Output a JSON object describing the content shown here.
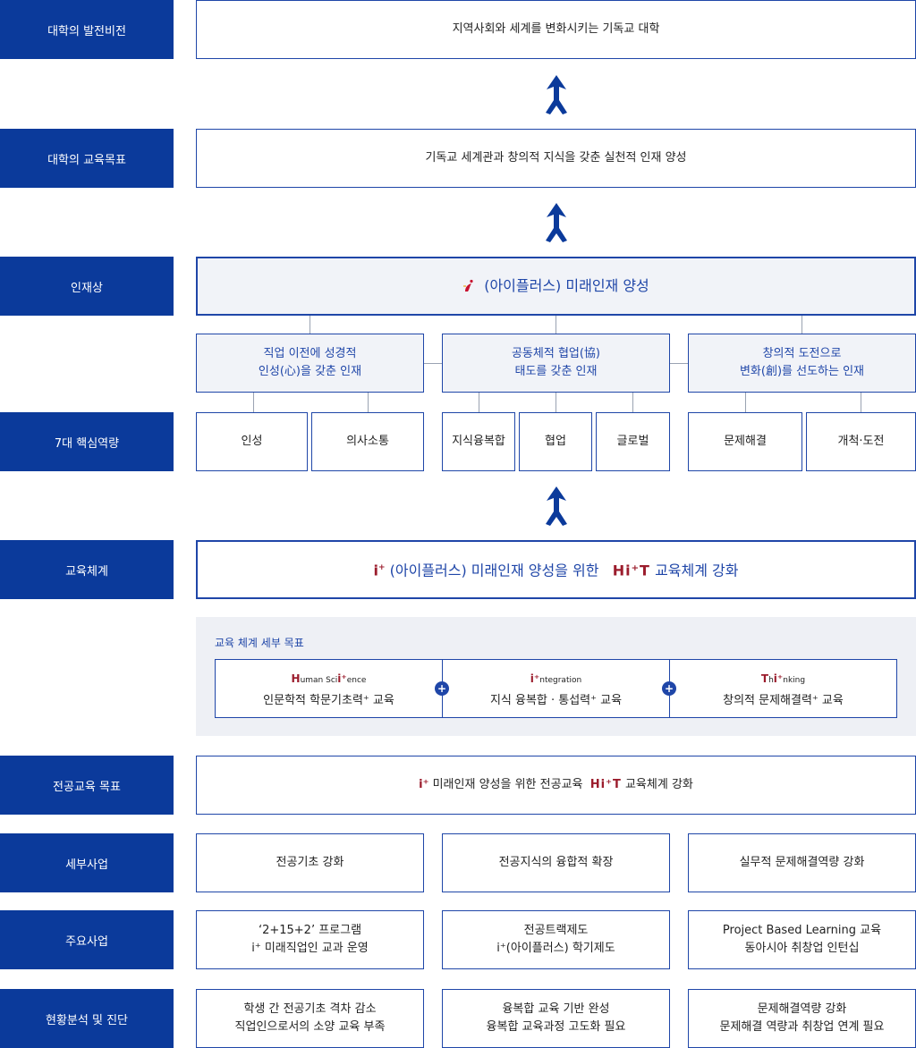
{
  "labels": {
    "vision": "대학의 발전비전",
    "edu_goal": "대학의 교육목표",
    "talent": "인재상",
    "competency": "7대 핵심역량",
    "edu_system": "교육체계",
    "major_goal": "전공교육 목표",
    "detail_project": "세부사업",
    "main_project": "주요사업",
    "analysis": "현황분석 및 진단"
  },
  "vision": "지역사회와 세계를 변화시키는 기독교 대학",
  "edu_goal": "기독교 세계관과 창의적 지식을 갖춘 실천적 인재 양성",
  "talent": {
    "title": "(아이플러스) 미래인재 양성",
    "items": [
      {
        "line1": "직업 이전에 성경적",
        "line2": "인성(心)을 갖춘 인재"
      },
      {
        "line1": "공동체적 협업(協)",
        "line2": "태도를 갖춘 인재"
      },
      {
        "line1": "창의적 도전으로",
        "line2": "변화(創)를 선도하는 인재"
      }
    ]
  },
  "competencies": [
    "인성",
    "의사소통",
    "지식융복합",
    "협업",
    "글로벌",
    "문제해결",
    "개척·도전"
  ],
  "edu_system": {
    "prefix": "i",
    "sup": "+",
    "text": "(아이플러스) 미래인재 양성을 위한",
    "hit": "Hi⁺T",
    "suffix": "교육체계 강화"
  },
  "detail_goals": {
    "title": "교육 체계 세부 목표",
    "items": [
      {
        "en_cap": "H",
        "en_rest": "uman Sci",
        "en_cap2": "i⁺",
        "en_tail": "ence",
        "ko": "인문학적 학문기초력⁺ 교육"
      },
      {
        "en_cap": "i⁺",
        "en_rest": "ntegration",
        "en_cap2": "",
        "en_tail": "",
        "ko": "지식 융복합 · 통섭력⁺ 교육"
      },
      {
        "en_cap": "T",
        "en_rest": "h",
        "en_cap2": "i⁺",
        "en_tail": "nking",
        "ko": "창의적 문제해결력⁺ 교육"
      }
    ],
    "plus": "+"
  },
  "major_goal": {
    "prefix": "i⁺",
    "text": "미래인재 양성을 위한 전공교육",
    "hit": "Hi⁺T",
    "suffix": "교육체계 강화"
  },
  "detail_projects": [
    "전공기초 강화",
    "전공지식의 융합적 확장",
    "실무적 문제해결역량 강화"
  ],
  "main_projects": [
    {
      "line1": "‘2+15+2’ 프로그램",
      "line2": "i⁺ 미래직업인 교과 운영"
    },
    {
      "line1": "전공트랙제도",
      "line2": "i⁺(아이플러스) 학기제도"
    },
    {
      "line1": "Project Based Learning 교육",
      "line2": "동아시아 취창업 인턴십"
    }
  ],
  "analysis": [
    {
      "line1": "학생 간 전공기초 격차 감소",
      "line2": "직업인으로서의 소양 교육 부족"
    },
    {
      "line1": "융복합 교육 기반 완성",
      "line2": "융복합 교육과정 고도화 필요"
    },
    {
      "line1": "문제해결역량 강화",
      "line2": "문제해결 역량과 취창업 연계 필요"
    }
  ],
  "colors": {
    "navy": "#0b3a9b",
    "blue": "#1f46a8",
    "accent": "#9b1c2c",
    "tint": "#f1f3f8"
  },
  "icons": {
    "arrow": "up-arrow-icon",
    "plus": "plus-icon",
    "logo": "iplus-logo-icon"
  }
}
